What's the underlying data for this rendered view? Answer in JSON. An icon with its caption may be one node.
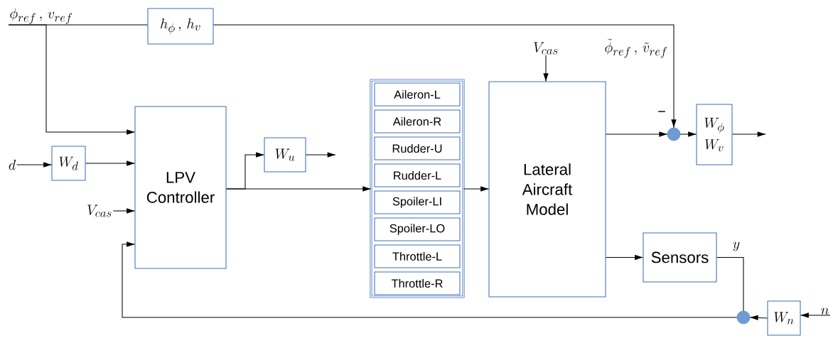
{
  "diagram": {
    "nodes": [
      {
        "text": [
          "\\phi_{ref}\\,,\\, v_{ref}"
        ]
      },
      {
        "text": [
          "h_{\\phi}\\,,\\, h_{v}"
        ]
      },
      {
        "text": [
          "LPV Controller"
        ]
      },
      {
        "text": [
          "d"
        ]
      },
      {
        "text": [
          "W_{d}"
        ]
      },
      {
        "text": [
          "V_{cas}"
        ]
      },
      {
        "text": [
          "W_{u}"
        ]
      },
      {
        "text": [],
        "shape": "box"
      },
      {
        "text": [
          "Aileron-L"
        ],
        "in": 7
      },
      {
        "text": [
          "Aileron-R"
        ],
        "in": 7
      },
      {
        "text": [
          "Rudder-U"
        ],
        "in": 7
      },
      {
        "text": [
          "Rudder-L"
        ],
        "in": 7
      },
      {
        "text": [
          "Spoiler-LI"
        ],
        "in": 7
      },
      {
        "text": [
          "Spoiler-LO"
        ],
        "in": 7
      },
      {
        "text": [
          "Throttle-L"
        ],
        "in": 7
      },
      {
        "text": [
          "Throttle-R"
        ],
        "in": 7
      },
      {
        "text": [
          "Lateral Aircraft Model"
        ]
      },
      {
        "text": [
          "V_{cas}"
        ]
      },
      {
        "text": [],
        "shape": "circle"
      },
      {
        "text": [
          "W_{\\phi}",
          "W_{v}"
        ]
      },
      {
        "text": [
          "Sensors"
        ]
      },
      {
        "text": [],
        "shape": "circle"
      },
      {
        "text": [
          "W_{n}"
        ]
      },
      {
        "text": [
          "n"
        ]
      }
    ],
    "edges": [
      {
        "from": 0,
        "to": 1,
        "arrow": "none"
      },
      {
        "from": 0,
        "to": 2,
        "arrow": "to"
      },
      {
        "from": 1,
        "to": 18,
        "arrow": "to"
      },
      {
        "from": 3,
        "to": 4,
        "arrow": "to"
      },
      {
        "from": 4,
        "to": 2,
        "arrow": "to"
      },
      {
        "from": 5,
        "to": 2,
        "arrow": "to"
      },
      {
        "from": 2,
        "to": 6,
        "arrow": "to"
      },
      {
        "from": 2,
        "to": 7,
        "arrow": "to"
      },
      {
        "from": 6,
        "to": null,
        "arrow": "to"
      },
      {
        "from": 7,
        "to": 16,
        "arrow": "to"
      },
      {
        "from": 17,
        "to": 16,
        "arrow": "to"
      },
      {
        "from": 16,
        "to": 18,
        "arrow": "to"
      },
      {
        "from": 18,
        "to": 19,
        "arrow": "to"
      },
      {
        "from": 19,
        "to": null,
        "arrow": "to"
      },
      {
        "from": 16,
        "to": 20,
        "arrow": "to"
      },
      {
        "from": 20,
        "to": 21,
        "arrow": "none"
      },
      {
        "from": 23,
        "to": 22,
        "arrow": "to"
      },
      {
        "from": 22,
        "to": 21,
        "arrow": "to"
      },
      {
        "from": 21,
        "to": 2,
        "arrow": "to"
      }
    ],
    "labels": [
      "\\tilde{\\phi}_{ref}\\,,\\, \\tilde{v}_{ref}",
      "−",
      "y"
    ]
  }
}
